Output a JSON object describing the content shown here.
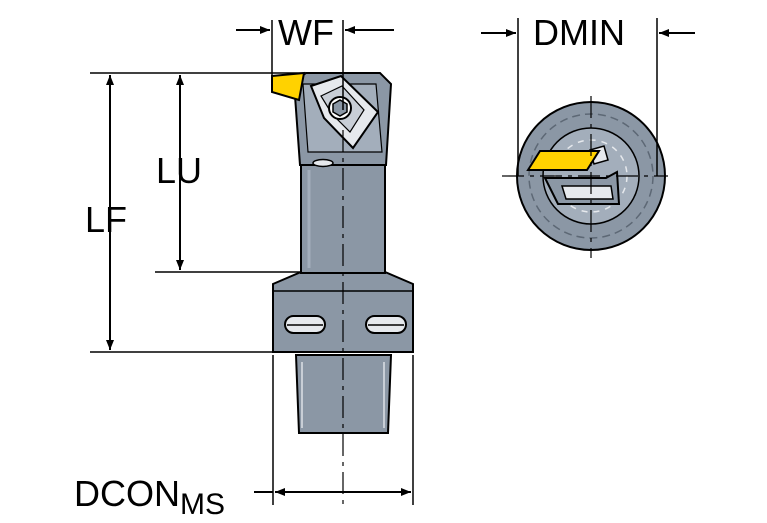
{
  "labels": {
    "wf": "WF",
    "dmin": "DMIN",
    "lu": "LU",
    "lf": "LF",
    "dcon": "DCON",
    "dcon_sub": "MS"
  },
  "colors": {
    "body": "#8b97a5",
    "body_light": "#a3aebb",
    "body_dark": "#5d6875",
    "insert": "#ffd200",
    "outline": "#000000",
    "background": "#ffffff"
  }
}
